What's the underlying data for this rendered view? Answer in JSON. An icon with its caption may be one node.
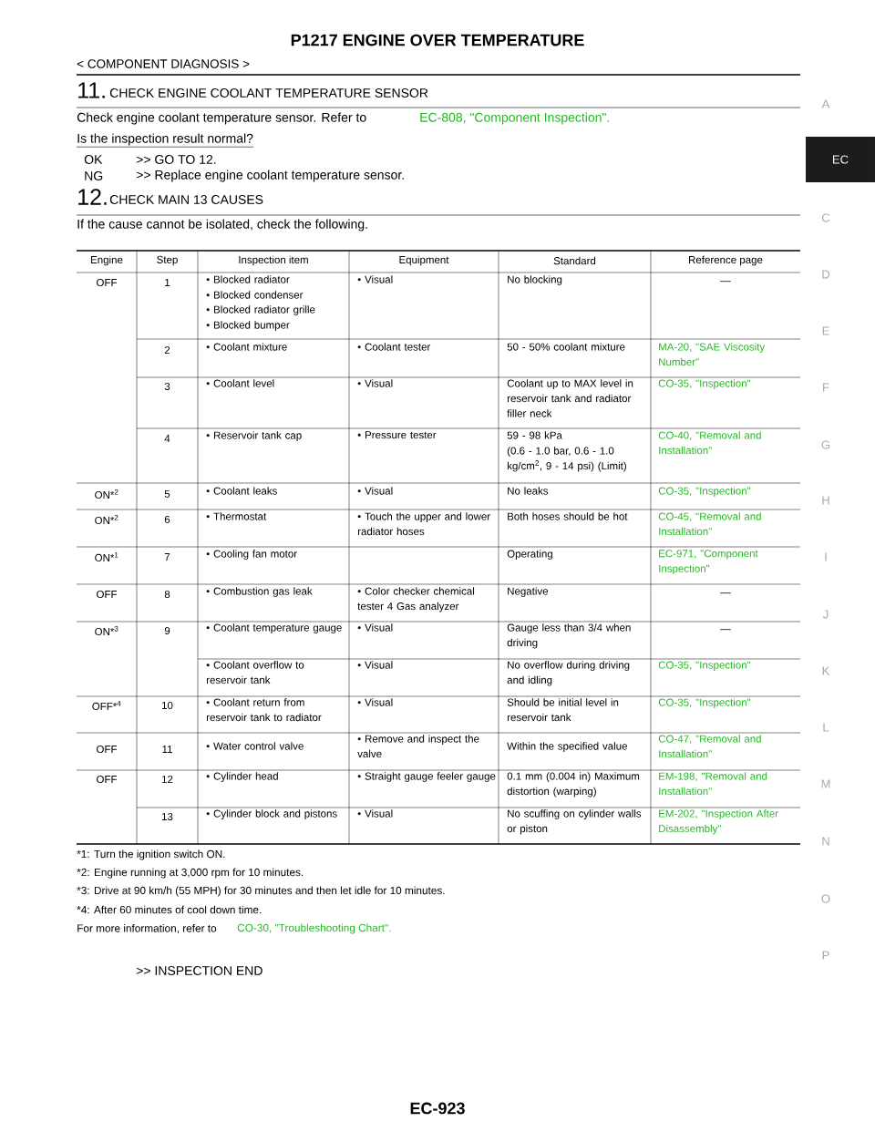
{
  "diagram": {
    "title": "P1217 ENGINE OVER TEMPERATURE",
    "nodes": [
      {
        "text": [
          "EC"
        ]
      }
    ],
    "labels": [
      "< COMPONENT DIAGNOSIS >",
      "11.",
      "CHECK ENGINE COOLANT TEMPERATURE SENSOR",
      "Check engine coolant temperature sensor. Refer to",
      "EC-808, \"Component Inspection\".",
      "Is the inspection result normal?",
      "OK",
      ">> GO TO 12.",
      "NG",
      ">> Replace engine coolant temperature sensor.",
      "12.",
      "CHECK MAIN 13 CAUSES",
      "If the cause cannot be isolated, check the following.",
      "Engine",
      "Step",
      "Inspection item",
      "Equipment",
      "Standard",
      "Reference page",
      "OFF",
      "1",
      "• Blocked radiator",
      "• Blocked condenser",
      "• Blocked radiator grille",
      "• Blocked bumper",
      "• Visual",
      "No blocking",
      "—",
      "2",
      "• Coolant mixture",
      "• Coolant tester",
      "50 - 50% coolant mixture",
      "MA-20, \"SAE Viscosity Number\"",
      "3",
      "• Coolant level",
      "• Visual",
      "Coolant up to MAX level in reservoir tank and radiator filler neck",
      "CO-35, \"Inspection\"",
      "4",
      "• Reservoir tank cap",
      "• Pressure tester",
      "59 - 98 kPa",
      "(0.6 - 1.0 bar, 0.6 - 1.0 kg/cm$^{2}$, 9 - 14 psi) (Limit)",
      "CO-40, \"Removal and Installation\"",
      "ON*$^{2}$",
      "5",
      "• Coolant leaks",
      "• Visual",
      "No leaks",
      "CO-35, \"Inspection\"",
      "ON*$^{2}$",
      "6",
      "• Thermostat",
      "• Touch the upper and lower radiator hoses",
      "Both hoses should be hot",
      "CO-45, \"Removal and Installation\"",
      "ON*$^{1}$",
      "7",
      "• Cooling fan motor",
      "Operating",
      "EC-971, \"Component Inspection\"",
      "OFF",
      "8",
      "• Combustion gas leak",
      "• Color checker chemical tester 4 Gas analyzer",
      "Negative",
      "—",
      "ON*$^{3}$",
      "9",
      "• Coolant temperature gauge",
      "• Visual",
      "Gauge less than 3/4 when driving",
      "—",
      "• Coolant overflow to reservoir tank",
      "• Visual",
      "No overflow during driving and idling",
      "CO-35, \"Inspection\"",
      "OFF*$^{4}$",
      "10",
      "• Coolant return from reservoir tank to radiator",
      "• Visual",
      "Should be initial level in reservoir tank",
      "CO-35, \"Inspection\"",
      "OFF",
      "11",
      "• Water control valve",
      "• Remove and inspect the valve",
      "Within the specified value",
      "CO-47, \"Removal and Installation\"",
      "OFF",
      "12",
      "• Cylinder head",
      "• Straight gauge feeler gauge",
      "0.1 mm (0.004 in) Maximum distortion (warping)",
      "EM-198, \"Removal and Installation\"",
      "13",
      "• Cylinder block and pistons",
      "• Visual",
      "No scuffing on cylinder walls or piston",
      "EM-202, \"Inspection After Disassembly\"",
      "*1: Turn the ignition switch ON.",
      "*2: Engine running at 3,000 rpm for 10 minutes.",
      "*3: Drive at 90 km/h (55 MPH) for 30 minutes and then let idle for 10 minutes.",
      "*4: After 60 minutes of cool down time.",
      "For more information, refer to",
      "CO-30, \"Troubleshooting Chart\".",
      ">> INSPECTION END",
      "A",
      "C",
      "D",
      "E",
      "F",
      "G",
      "H",
      "I",
      "J",
      "K",
      "L",
      "M",
      "N",
      "O",
      "P",
      "EC-923"
    ]
  }
}
